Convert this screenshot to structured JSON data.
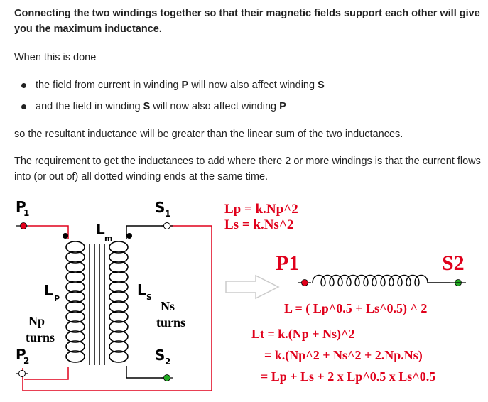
{
  "intro": {
    "lead": "Connecting the two windings together so that their magnetic fields support each other will give you the maximum inductance.",
    "when": "When this is done",
    "bullet1": {
      "pre": "the field from current in winding ",
      "w1": "P",
      "mid": " will now also affect winding ",
      "w2": "S"
    },
    "bullet2": {
      "pre": "and the field in winding ",
      "w1": "S",
      "mid": " will now also affect winding ",
      "w2": "P"
    },
    "so": "so the resultant inductance will be greater than the linear sum of the two inductances.",
    "requirement": "The requirement to get the inductances to add where there 2 or more windings is that the current flows into (or out of) all dotted winding ends at the same time."
  },
  "diagram": {
    "p1": "P",
    "p1_sub": "1",
    "p2": "P",
    "p2_sub": "2",
    "s1": "S",
    "s1_sub": "1",
    "s2": "S",
    "s2_sub": "2",
    "lm": "L",
    "lm_sub": "m",
    "lp": "L",
    "lp_sub": "P",
    "ls": "L",
    "ls_sub": "S",
    "np": "Np",
    "np_turns": "turns",
    "ns": "Ns",
    "ns_turns": "turns",
    "eq_lp": "Lp = k.Np^2",
    "eq_ls": "Ls  = k.Ns^2",
    "p1_right": "P1",
    "s2_right": "S2",
    "sum_formula": "L = ( Lp^0.5 + Ls^0.5) ^ 2",
    "lt1": "Lt = k.(Np + Ns)^2",
    "lt2": "= k.(Np^2 + Ns^2 + 2.Np.Ns)",
    "lt3": "= Lp + Ls + 2 x Lp^0.5 x Ls^0.5"
  },
  "colors": {
    "red": "#e0001b",
    "green": "#22aa22",
    "text": "#222222"
  }
}
